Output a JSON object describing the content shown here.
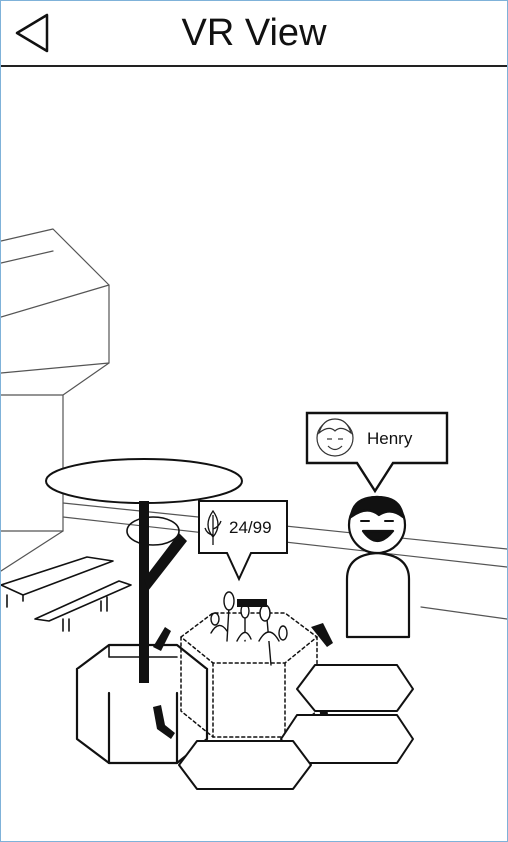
{
  "header": {
    "title": "VR View",
    "back_icon": "back-triangle-icon"
  },
  "scene": {
    "avatar": {
      "name": "Henry",
      "icon": "smiley-face-icon"
    },
    "plant_counter": {
      "icon": "plant-leaf-icon",
      "value": "24/99"
    }
  },
  "colors": {
    "line": "#111111",
    "background": "#ffffff",
    "frame_border": "#7fb2d9"
  }
}
